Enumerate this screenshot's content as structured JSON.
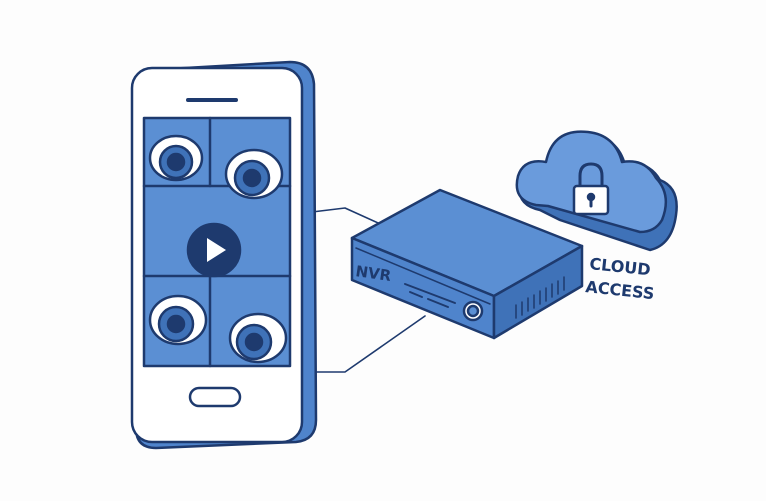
{
  "nvr": {
    "label": "NVR"
  },
  "cloud": {
    "line1": "CLOUD",
    "line2": "ACCESS"
  },
  "colors": {
    "outline": "#1e3a6e",
    "blue": "#5b8fd3",
    "light_blue": "#7eaae3",
    "dark_blue": "#3f72b8",
    "white": "#ffffff"
  },
  "icons": [
    "smartphone-icon",
    "camera-icon",
    "play-icon",
    "nvr-box-icon",
    "cloud-icon",
    "lock-icon"
  ]
}
